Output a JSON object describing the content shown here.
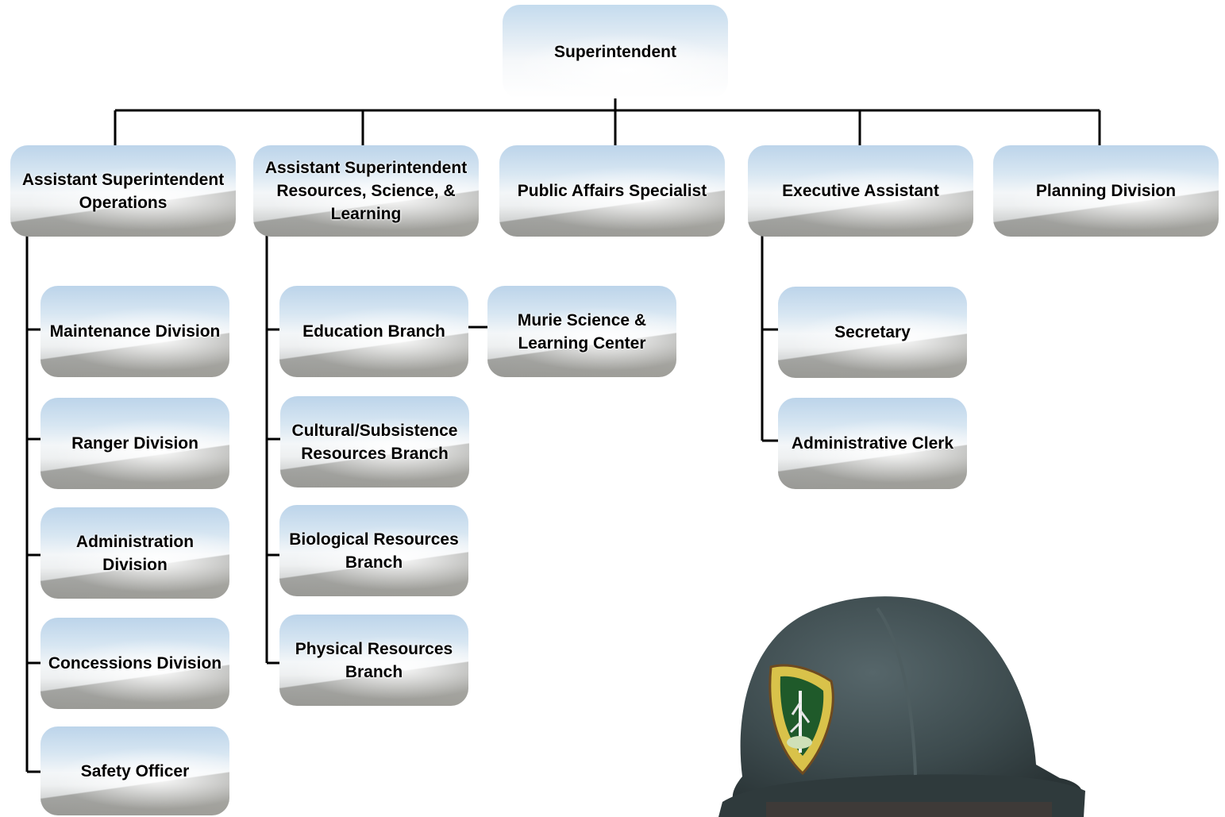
{
  "nodes": {
    "superintendent": "Superintendent",
    "asst_operations": "Assistant Superintendent Operations",
    "asst_resources": "Assistant Superintendent Resources, Science, & Learning",
    "public_affairs": "Public Affairs Specialist",
    "executive_assistant": "Executive Assistant",
    "planning": "Planning Division",
    "maintenance": "Maintenance Division",
    "ranger": "Ranger Division",
    "administration": "Administration Division",
    "concessions": "Concessions Division",
    "safety": "Safety Officer",
    "education": "Education Branch",
    "murie": "Murie Science & Learning Center",
    "cultural": "Cultural/Subsistence Resources Branch",
    "biological": "Biological Resources Branch",
    "physical": "Physical Resources Branch",
    "secretary": "Secretary",
    "admin_clerk": "Administrative Clerk"
  },
  "colors": {
    "connector": "#000000",
    "helmet": "#3d4b4e",
    "badge_green": "#1f5a2a",
    "badge_yellow": "#d9c24a"
  },
  "icons": {
    "helmet": "nps-hard-hat-photo",
    "badge": "nps-arrowhead-icon"
  }
}
